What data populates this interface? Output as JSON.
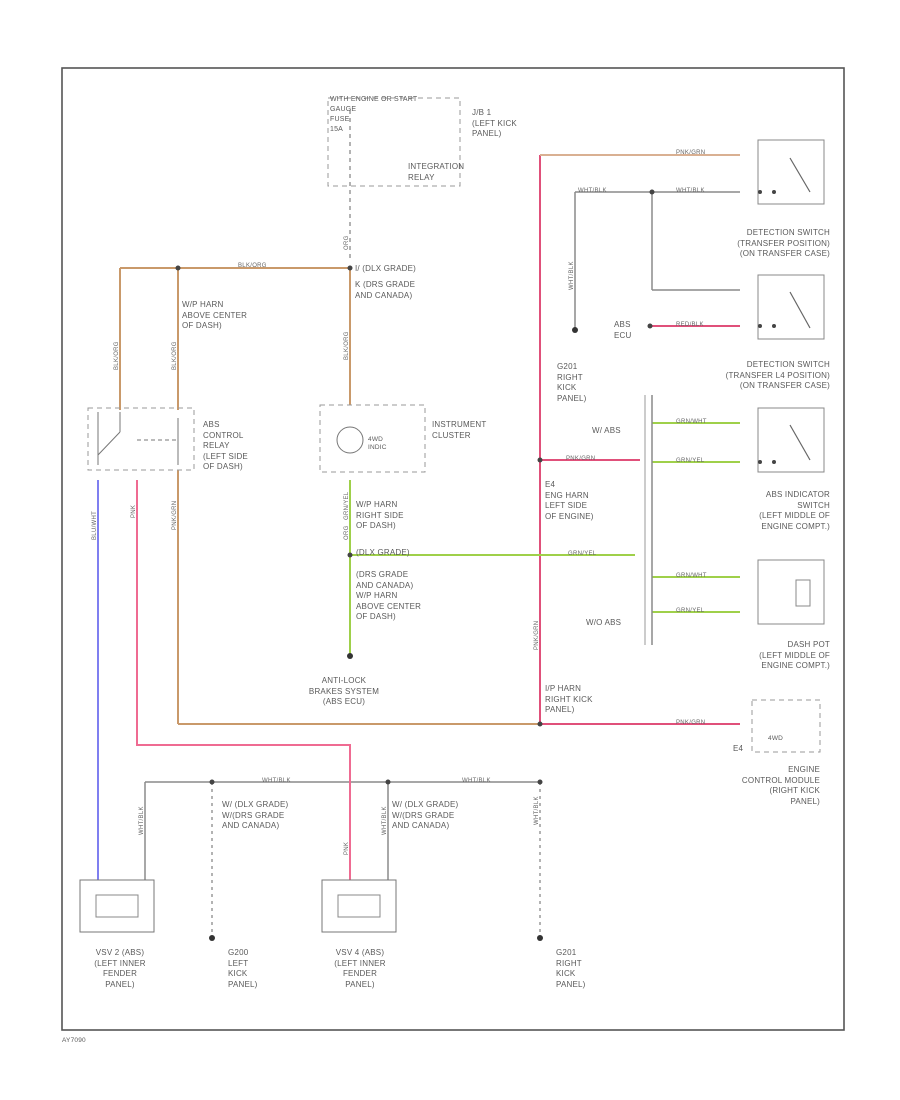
{
  "colors": {
    "wire_brown": "#c9996a",
    "wire_red": "#e0507a",
    "wire_pink": "#ef6b92",
    "wire_green": "#9fd04a",
    "wire_blue": "#7f7ff0",
    "wire_gray": "#8a8a8a",
    "frame": "#555555"
  },
  "labels": {
    "fuse_box": "WITH ENGINE OR START\nGAUGE\nFUSE\n15A",
    "jb1": "J/B 1\n(LEFT KICK\nPANEL)",
    "integration_relay": "INTEGRATION\nRELAY",
    "grade_ij": "I/ (DLX GRADE)",
    "grade_kl": "K (DRS GRADE\nAND CANADA)",
    "wp_harn_center": "W/P HARN\nABOVE CENTER\nOF DASH)",
    "abs_relay": "ABS\nCONTROL\nRELAY\n(LEFT SIDE\nOF DASH)",
    "instrument_cluster": "INSTRUMENT\nCLUSTER",
    "abs_warn": "4WD\nINDIC",
    "wp_harn_right": "W/P HARN\nRIGHT SIDE\nOF DASH)",
    "grade_dlx2": "(DLX GRADE)",
    "grade_drs_wp": "(DRS GRADE\nAND CANADA)\nW/P HARN\nABOVE CENTER\nOF DASH)",
    "abs_ecu_box": "ANTI-LOCK\nBRAKES SYSTEM\n(ABS ECU)",
    "det_sw1": "DETECTION SWITCH\n(TRANSFER POSITION)\n(ON TRANSFER CASE)",
    "det_sw2": "DETECTION SWITCH\n(TRANSFER L4 POSITION)\n(ON TRANSFER CASE)",
    "abs_ecu_small": "ABS\nECU",
    "g201_right": "G201\nRIGHT\nKICK\nPANEL)",
    "abs_ind_sw": "ABS INDICATOR\nSWITCH\n(LEFT MIDDLE OF\nENGINE COMPT.)",
    "eng_harn": "E4\nENG HARN\nLEFT SIDE\nOF ENGINE)",
    "w_abs": "W/ ABS",
    "wo_abs": "W/O ABS",
    "dashpot": "DASH POT\n(LEFT MIDDLE OF\nENGINE COMPT.)",
    "ip_harn_kick": "I/P HARN\nRIGHT KICK\nPANEL)",
    "ecm": "ENGINE\nCONTROL MODULE\n(RIGHT KICK\nPANEL)",
    "ecm_box": "4WD",
    "e4": "E4",
    "vsv2": "VSV 2 (ABS)\n(LEFT INNER\nFENDER\nPANEL)",
    "g200_left": "G200\nLEFT\nKICK\nPANEL)",
    "vsv4": "VSV 4 (ABS)\n(LEFT INNER\nFENDER\nPANEL)",
    "g201_right2": "G201\nRIGHT\nKICK\nPANEL)",
    "grades_bottom1": "W/ (DLX GRADE)\nW/(DRS GRADE\nAND CANADA)",
    "grades_bottom2": "W/ (DLX GRADE)\nW/(DRS GRADE\nAND CANADA)",
    "fig_code": "AY7090"
  },
  "wire_codes": {
    "blk_org_top": "BLK/ORG",
    "blk_org_left": "BLK/ORG",
    "blk_org_mid": "BLK/ORG",
    "blk_org_center": "BLK/ORG",
    "org": "ORG",
    "pnk_grn_top": "PNK/GRN",
    "wht_blk_1": "WHT/BLK",
    "wht_blk_2": "WHT/BLK",
    "wht_blk_v": "WHT/BLK",
    "red_blk": "RED/BLK",
    "grn_wht_1": "GRN/WHT",
    "grn_yel_1": "GRN/YEL",
    "pnk_grn_mid": "PNK/GRN",
    "grn_yel_mid": "GRN/YEL",
    "grn_wht_2": "GRN/WHT",
    "grn_yel_2": "GRN/YEL",
    "pnk_grn_bot": "PNK/GRN",
    "pnk_grn_v": "PNK/GRN",
    "grn_yel_v": "GRN/YEL",
    "org_v": "ORG",
    "blu_wht": "BLU/WHT",
    "pnk": "PNK",
    "pnk_grn_left": "PNK/GRN",
    "wht_blk_b1": "WHT/BLK",
    "wht_blk_b2": "WHT/BLK",
    "wht_blk_b3": "WHT/BLK",
    "wht_blk_b4": "WHT/BLK",
    "wht_blk_b5": "WHT/BLK",
    "pnk_b": "PNK"
  }
}
